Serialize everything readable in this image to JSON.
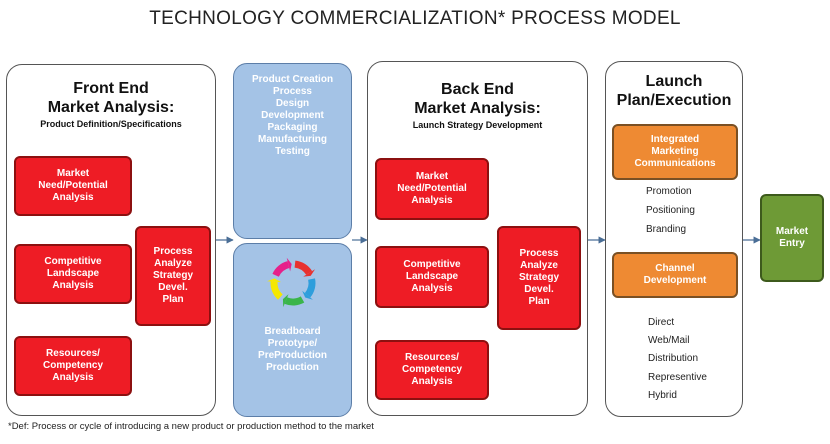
{
  "title": "TECHNOLOGY COMMERCIALIZATION* PROCESS MODEL",
  "front_end": {
    "title_line1": "Front End",
    "title_line2": "Market Analysis:",
    "subtitle": "Product Definition/Specifications",
    "boxes": {
      "market_need": [
        "Market",
        "Need/Potential",
        "Analysis"
      ],
      "competitive": [
        "Competitive",
        "Landscape",
        "Analysis"
      ],
      "resources": [
        "Resources/",
        "Competency",
        "Analysis"
      ],
      "process": [
        "Process",
        "Analyze",
        "Strategy",
        "Devel.",
        "Plan"
      ]
    }
  },
  "product_creation": {
    "top_lines": [
      "Product Creation",
      "Process",
      "Design",
      "Development",
      "Packaging",
      "Manufacturing",
      "Testing"
    ],
    "bottom_lines": [
      "Breadboard",
      "Prototype/",
      "PreProduction",
      "Production"
    ],
    "cycle_colors": [
      "#e8312f",
      "#2e9edc",
      "#3ab54a",
      "#f5e800",
      "#e6208a"
    ]
  },
  "back_end": {
    "title_line1": "Back End",
    "title_line2": "Market Analysis:",
    "subtitle": "Launch Strategy Development",
    "boxes": {
      "market_need": [
        "Market",
        "Need/Potential",
        "Analysis"
      ],
      "competitive": [
        "Competitive",
        "Landscape",
        "Analysis"
      ],
      "resources": [
        "Resources/",
        "Competency",
        "Analysis"
      ],
      "process": [
        "Process",
        "Analyze",
        "Strategy",
        "Devel.",
        "Plan"
      ]
    }
  },
  "launch": {
    "title_line1": "Launch",
    "title_line2": "Plan/Execution",
    "imc": [
      "Integrated",
      "Marketing",
      "Communications"
    ],
    "imc_items": [
      "Promotion",
      "Positioning",
      "Branding"
    ],
    "channel": [
      "Channel",
      "Development"
    ],
    "channel_items": [
      "Direct",
      "Web/Mail",
      "Distribution",
      "Representive",
      "Hybrid"
    ]
  },
  "market_entry": [
    "Market",
    "Entry"
  ],
  "footnote": "*Def: Process or cycle of introducing a new product or production method to the market",
  "colors": {
    "red": "#ee1c25",
    "blue": "#a4c3e6",
    "orange": "#ee8a33",
    "green": "#6e9a36",
    "connector": "#4a6e96"
  }
}
